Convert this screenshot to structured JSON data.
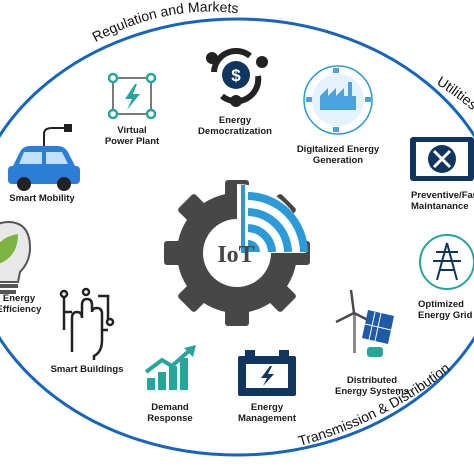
{
  "outer_ring": {
    "top": "Regulation and Markets",
    "right": "Utilities",
    "bottom": "Transmission & Distribution"
  },
  "center": {
    "label": "IoT"
  },
  "items": [
    {
      "key": "virtual-power-plant",
      "label": "Virtual\nPower Plant",
      "icon": "network-lightning-icon"
    },
    {
      "key": "energy-democratization",
      "label": "Energy\nDemocratization",
      "icon": "dollar-cycle-icon"
    },
    {
      "key": "digitalized-energy-generation",
      "label": "Digitalized Energy\nGeneration",
      "icon": "factory-network-icon"
    },
    {
      "key": "preventive-fault-maintenance",
      "label": "Preventive/Fault\nMaintanance",
      "icon": "tablet-tools-icon"
    },
    {
      "key": "optimized-energy-grid",
      "label": "Optimized\nEnergy Grid",
      "icon": "transmission-tower-icon"
    },
    {
      "key": "distributed-energy-systems",
      "label": "Distributed\nEnergy Systems",
      "icon": "wind-solar-icon"
    },
    {
      "key": "energy-management",
      "label": "Energy\nManagement",
      "icon": "battery-icon"
    },
    {
      "key": "demand-response",
      "label": "Demand\nResponse",
      "icon": "rising-chart-icon"
    },
    {
      "key": "smart-buildings",
      "label": "Smart Buildings",
      "icon": "circuit-hand-icon"
    },
    {
      "key": "energy-efficiency",
      "label": "Energy\nEfficiency",
      "icon": "leaf-bulb-icon"
    },
    {
      "key": "smart-mobility",
      "label": "Smart Mobility",
      "icon": "electric-car-icon"
    }
  ],
  "colors": {
    "ring": "#1565c0",
    "gear": "#474747",
    "accent_blue": "#2b9ad8",
    "teal": "#26a69a",
    "navy": "#10355e"
  }
}
